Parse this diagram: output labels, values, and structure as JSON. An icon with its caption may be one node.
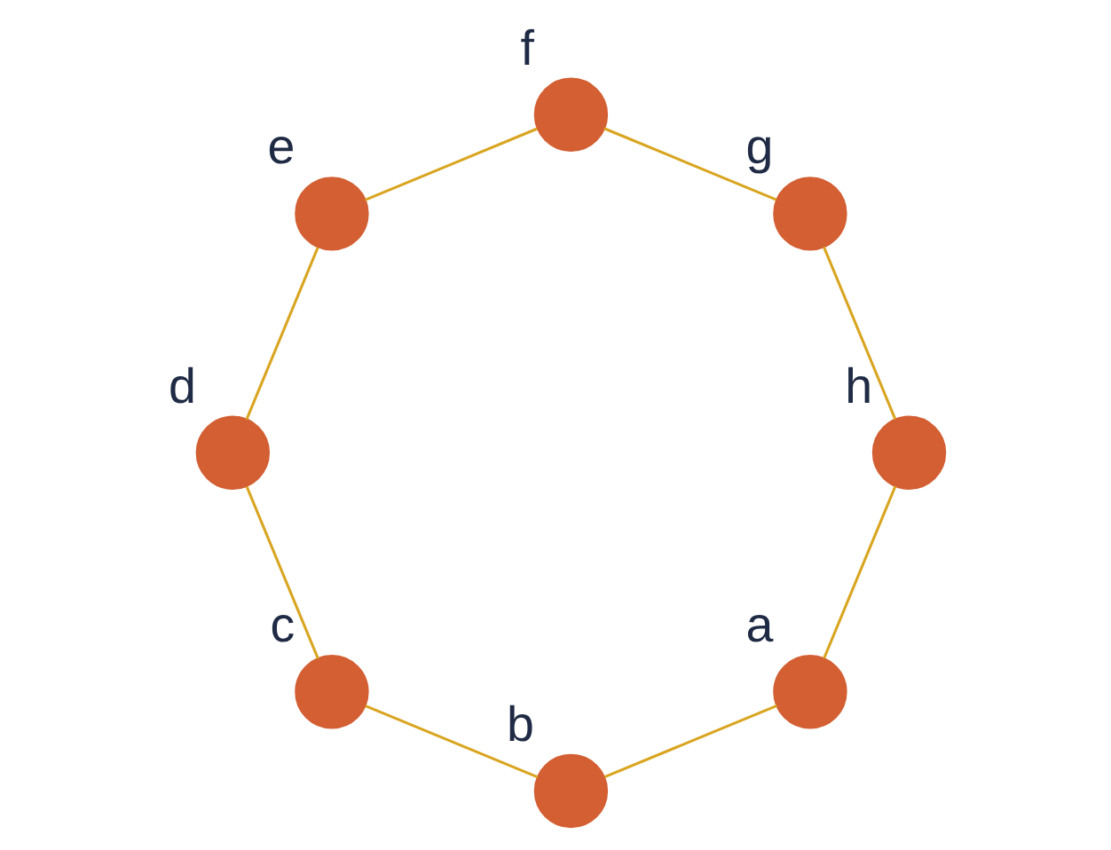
{
  "diagram": {
    "nodes": [
      {
        "text": [],
        "shape": "circle",
        "beside": [
          "a"
        ]
      },
      {
        "text": [],
        "shape": "circle",
        "beside": [
          "b"
        ]
      },
      {
        "text": [],
        "shape": "circle",
        "beside": [
          "c"
        ]
      },
      {
        "text": [],
        "shape": "circle",
        "beside": [
          "d"
        ]
      },
      {
        "text": [],
        "shape": "circle",
        "beside": [
          "e"
        ]
      },
      {
        "text": [],
        "shape": "circle",
        "beside": [
          "f"
        ]
      },
      {
        "text": [],
        "shape": "circle",
        "beside": [
          "g"
        ]
      },
      {
        "text": [],
        "shape": "circle",
        "beside": [
          "h"
        ]
      }
    ],
    "edges": [
      {
        "from": 0,
        "to": 1,
        "arrow": "none"
      },
      {
        "from": 1,
        "to": 2,
        "arrow": "none"
      },
      {
        "from": 2,
        "to": 3,
        "arrow": "none"
      },
      {
        "from": 3,
        "to": 4,
        "arrow": "none"
      },
      {
        "from": 4,
        "to": 5,
        "arrow": "none"
      },
      {
        "from": 5,
        "to": 6,
        "arrow": "none"
      },
      {
        "from": 6,
        "to": 7,
        "arrow": "none"
      },
      {
        "from": 7,
        "to": 0,
        "arrow": "none"
      }
    ]
  }
}
